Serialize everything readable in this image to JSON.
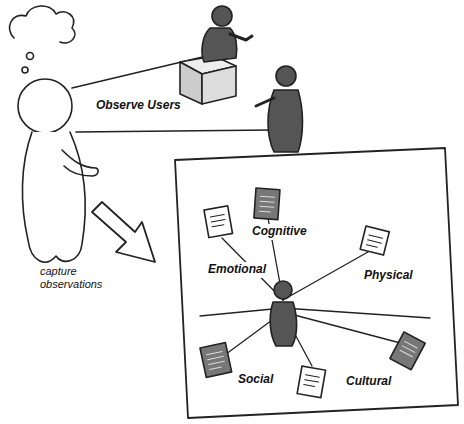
{
  "diagram": {
    "labels": [
      "Observe Users",
      "capture observations",
      "Cognitive",
      "Emotional",
      "Physical",
      "Social",
      "Cultural"
    ]
  }
}
